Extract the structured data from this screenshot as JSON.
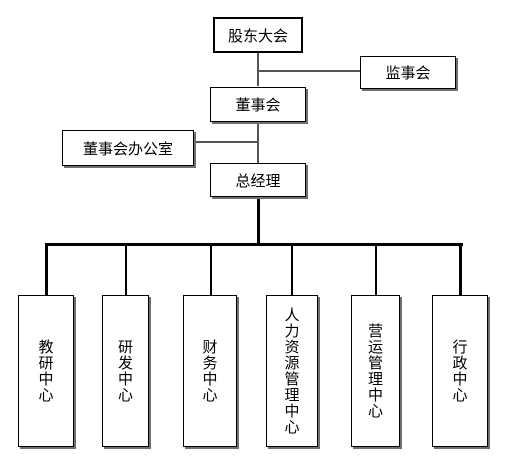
{
  "org_chart": {
    "shareholders_meeting": "股东大会",
    "supervisory_board": "监事会",
    "board_of_directors": "董事会",
    "board_office": "董事会办公室",
    "general_manager": "总经理",
    "departments": [
      {
        "label": "教研中心"
      },
      {
        "label": "研发中心"
      },
      {
        "label": "财务中心"
      },
      {
        "label": "人力资源管理中心"
      },
      {
        "label": "营运管理中心"
      },
      {
        "label": "行政中心"
      }
    ]
  }
}
